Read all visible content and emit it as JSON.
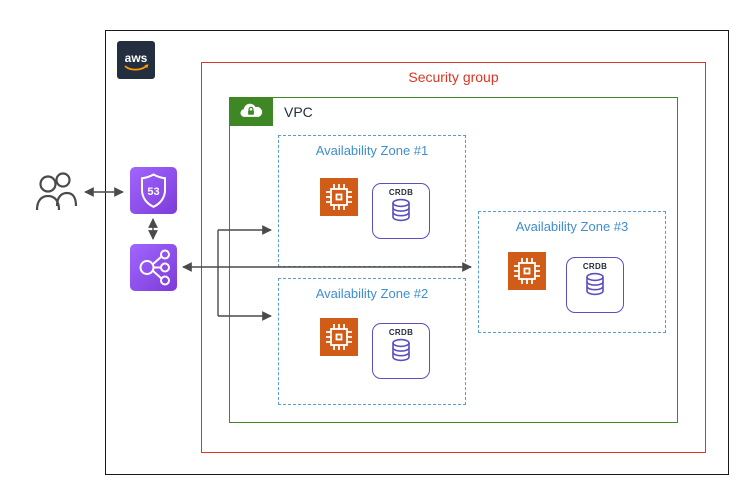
{
  "aws_logo": {
    "text": "aws"
  },
  "security_group": {
    "label": "Security group"
  },
  "vpc": {
    "label": "VPC"
  },
  "availability_zones": [
    {
      "label": "Availability Zone #1",
      "database_label": "CRDB"
    },
    {
      "label": "Availability Zone #2",
      "database_label": "CRDB"
    },
    {
      "label": "Availability Zone #3",
      "database_label": "CRDB"
    }
  ],
  "route53_icon_text": "53",
  "colors": {
    "security_group_red": "#DD3522",
    "vpc_green": "#3F8624",
    "availability_zone_blue": "#3E8FD0",
    "compute_orange": "#D05C17",
    "network_purple": "#8C4FFF",
    "crdb_purple": "#5A4FC0",
    "aws_dark": "#232F3E",
    "arrow_gray": "#4A4A4A"
  }
}
